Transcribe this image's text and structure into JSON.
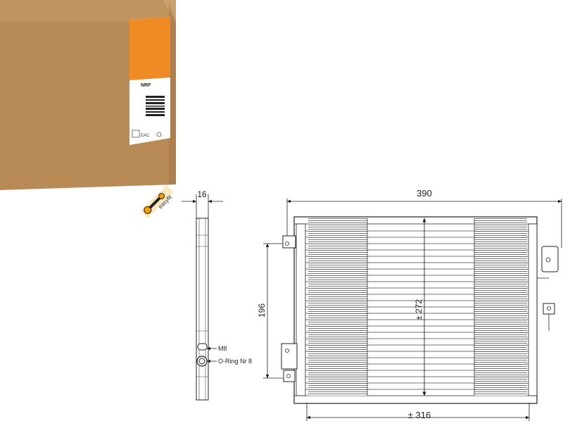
{
  "box": {
    "brand": "NRF",
    "label_color": "#f08a24",
    "carton_color": "#b98a55",
    "marks": "EAC"
  },
  "badge": {
    "text": "easyfit",
    "color": "#f0a000",
    "icon": "wrench-icon"
  },
  "side_view": {
    "width_label": "16",
    "thread_label": "M8",
    "oring_label": "O-Ring Nr 8"
  },
  "front_view": {
    "total_width_label": "390",
    "core_width_label": "± 316",
    "core_height_label": "± 272",
    "mount_spacing_label": "196"
  }
}
